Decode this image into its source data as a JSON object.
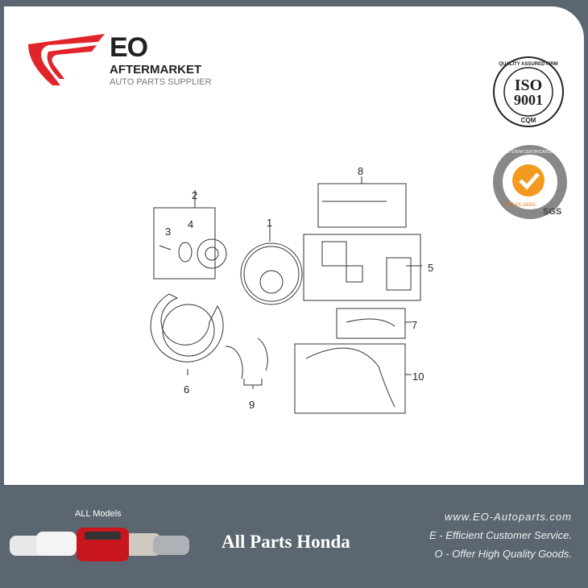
{
  "brand": {
    "name": "EO",
    "line1": "AFTERMARKET",
    "line2": "AUTO PARTS SUPPLIER",
    "color": "#e0252a"
  },
  "certs": {
    "iso_ring": "QUALITY ASSURED FIRM",
    "iso_main1": "ISO",
    "iso_main2": "9001",
    "iso_sub": "CQM",
    "sgs_ring": "SYSTEM CERTIFICATION",
    "sgs_side": "OHSAS 18001",
    "sgs_mark": "SGS"
  },
  "diagram": {
    "callouts": [
      "1",
      "2",
      "3",
      "4",
      "5",
      "6",
      "7",
      "8",
      "9",
      "10"
    ]
  },
  "footer": {
    "models_label": "ALL Models",
    "title": "All Parts Honda",
    "url": "www.EO-Autoparts.com",
    "line1": "E - Efficient Customer Service.",
    "line2": "O - Offer High Quality Goods."
  }
}
